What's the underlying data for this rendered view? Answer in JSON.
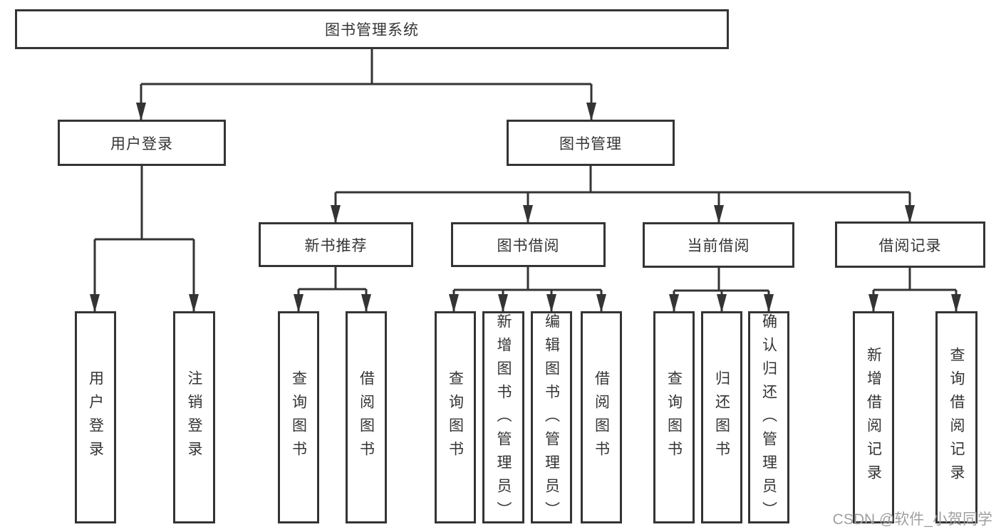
{
  "page": {
    "background": "#ffffff",
    "line_color": "#343434",
    "text_color": "#343434",
    "watermark_color": "#a0a0a0"
  },
  "root": {
    "label": "图书管理系统"
  },
  "branches": {
    "user_login": {
      "label": "用户登录",
      "children": {
        "login": "用户登录",
        "logout": "注销登录"
      }
    },
    "book_mgmt": {
      "label": "图书管理",
      "children": {
        "new_books": {
          "label": "新书推荐",
          "children": {
            "query": "查询图书",
            "borrow": "借阅图书"
          }
        },
        "book_borrow": {
          "label": "图书借阅",
          "children": {
            "query": "查询图书",
            "add": "新增图书（管理员）",
            "edit": "编辑图书（管理员）",
            "borrow": "借阅图书"
          }
        },
        "current_borrow": {
          "label": "当前借阅",
          "children": {
            "query": "查询图书",
            "return": "归还图书",
            "confirm": "确认归还（管理员）"
          }
        },
        "borrow_records": {
          "label": "借阅记录",
          "children": {
            "add": "新增借阅记录",
            "query": "查询借阅记录"
          }
        }
      }
    }
  },
  "watermark": {
    "text": "CSDN @软件_小贺同学"
  }
}
